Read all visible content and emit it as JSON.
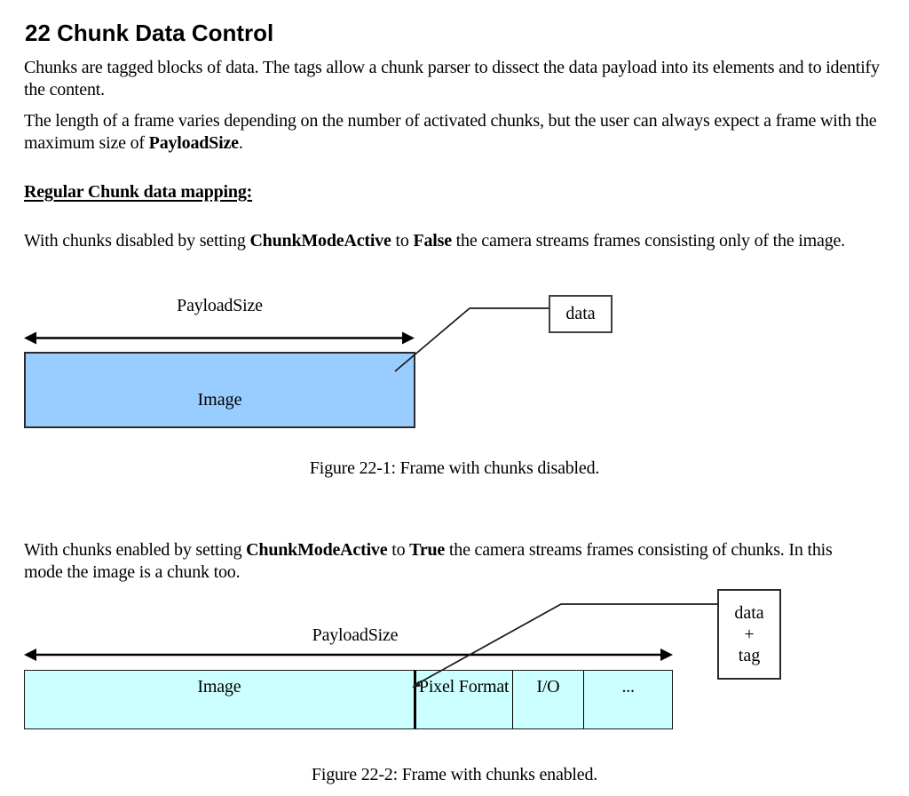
{
  "title": "22 Chunk Data Control",
  "paragraphs": {
    "p1": "Chunks are tagged blocks of data. The tags allow a chunk parser to dissect the data payload into its elements and to identify the content.",
    "p2": [
      "The length of a frame varies depending on the number of activated chunks, but the user can always expect a frame with the maximum size of ",
      "PayloadSize",
      "."
    ],
    "section_heading": "Regular Chunk data mapping:",
    "p3": [
      "With chunks disabled by setting ",
      "ChunkModeActive",
      " to ",
      "False",
      " the camera streams frames consisting only of the image."
    ],
    "p4": [
      "With chunks enabled by setting ",
      "ChunkModeActive",
      " to ",
      "True",
      " the camera streams frames consisting of chunks. In this mode the image is a chunk too."
    ]
  },
  "figure1": {
    "payload_label": "PayloadSize",
    "block_label": "Image",
    "callout": "data",
    "caption": "Figure 22-1: Frame with chunks disabled.",
    "fill_color": "#99CCFF"
  },
  "figure2": {
    "payload_label": "PayloadSize",
    "cells": [
      "Image",
      "Pixel Format",
      "I/O",
      "..."
    ],
    "callout_lines": [
      "data",
      "+",
      "tag"
    ],
    "caption": "Figure 22-2: Frame with chunks enabled.",
    "fill_color": "#CCFFFF"
  }
}
